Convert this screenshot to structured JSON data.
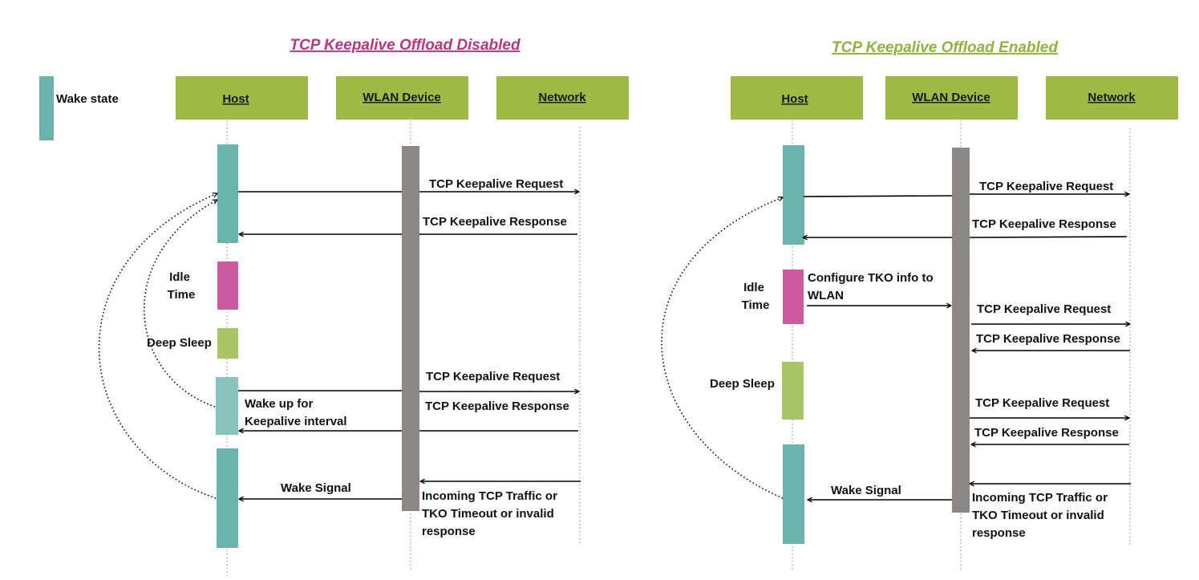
{
  "colors": {
    "header_fill": "#9dbb45",
    "wake": "#6cb3ae",
    "wake_light": "#88c3bd",
    "idle": "#cc5b9f",
    "deep_sleep": "#a8c565",
    "wlan_bar": "#8c8784",
    "title_disabled": "#b8357f",
    "title_enabled": "#8fb33e"
  },
  "legend": {
    "label": "Wake state"
  },
  "left": {
    "title": "TCP Keepalive Offload Disabled",
    "headers": {
      "host": "Host",
      "wlan": "WLAN Device",
      "network": "Network"
    },
    "labels": {
      "ka_req_1": "TCP Keepalive Request",
      "ka_resp_1": "TCP Keepalive Response",
      "idle_1": "Idle",
      "idle_2": "Time",
      "deep_sleep": "Deep Sleep",
      "ka_req_2": "TCP Keepalive Request",
      "ka_resp_2": "TCP Keepalive Response",
      "wake_up_1": "Wake up for",
      "wake_up_2": "Keepalive interval",
      "wake_signal": "Wake Signal",
      "incoming_1": "Incoming TCP Traffic or",
      "incoming_2": "TKO Timeout or invalid",
      "incoming_3": "response"
    }
  },
  "right": {
    "title": "TCP Keepalive Offload Enabled",
    "headers": {
      "host": "Host",
      "wlan": "WLAN Device",
      "network": "Network"
    },
    "labels": {
      "ka_req_1": "TCP Keepalive Request",
      "ka_resp_1": "TCP Keepalive Response",
      "idle_1": "Idle",
      "idle_2": "Time",
      "configure_1": "Configure TKO info to",
      "configure_2": "WLAN",
      "ka_req_2": "TCP Keepalive Request",
      "ka_resp_2": "TCP Keepalive Response",
      "deep_sleep": "Deep Sleep",
      "ka_req_3": "TCP Keepalive Request",
      "ka_resp_3": "TCP Keepalive Response",
      "wake_signal": "Wake Signal",
      "incoming_1": "Incoming TCP Traffic or",
      "incoming_2": "TKO Timeout or invalid",
      "incoming_3": "response"
    }
  }
}
